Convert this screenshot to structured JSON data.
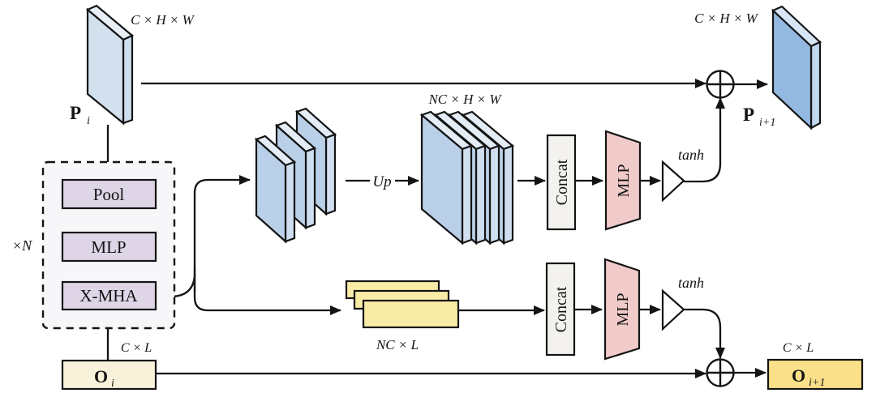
{
  "colors": {
    "background": "#ffffff",
    "stroke": "#141414",
    "pi_front": "#d3e0ee",
    "pi_side": "#cfdeed",
    "pi_top": "#e9eff6",
    "pnext_front": "#93b9e0",
    "pnext_side": "#c2d8ee",
    "pnext_top": "#d7e5f4",
    "stack_front": "#b9d0e8",
    "stack_side": "#d0dff0",
    "stack_top": "#e4edf6",
    "purple_box": "#ded5e6",
    "dashed_box_fill": "#f7f7f9",
    "concat_fill": "#f3f2ef",
    "mlp_trap_fill": "#f1caca",
    "tanh_fill": "#ffffff",
    "yellow_slab": "#f8eba6",
    "o_in_fill": "#f9f2da",
    "o_out_fill": "#fae189"
  },
  "labels": {
    "dims": {
      "top_left": "C × H × W",
      "top_right": "C × H × W",
      "mid_feature": "NC × H × W",
      "mid_object": "NC × L",
      "object_in": "C × L",
      "object_out": "C × L"
    },
    "repeat": "×N",
    "up": "Up",
    "tanh_top": "tanh",
    "tanh_bottom": "tanh"
  },
  "nodes": {
    "pool": "Pool",
    "mlp": "MLP",
    "xmha": "X-MHA",
    "concat_top": "Concat",
    "concat_bottom": "Concat",
    "mlp_trap_top": "MLP",
    "mlp_trap_bottom": "MLP"
  },
  "tensors": {
    "p_in": {
      "base": "P",
      "sub": "i"
    },
    "p_out": {
      "base": "P",
      "sub": "i+1"
    },
    "o_in": {
      "base": "O",
      "sub": "i"
    },
    "o_out": {
      "base": "O",
      "sub": "i+1"
    }
  }
}
